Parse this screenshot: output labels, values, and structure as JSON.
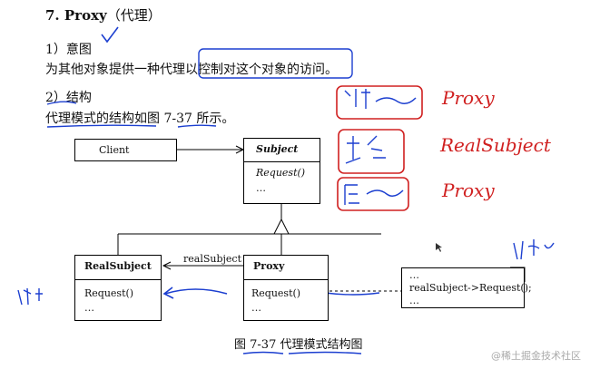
{
  "section": {
    "number": "7.",
    "title": "Proxy",
    "title_zh": "（代理）"
  },
  "sub1": {
    "label": "1）意图",
    "sentence_a": "为其他对象提供一种代理",
    "sentence_b": "以控制对这个对象的访问。"
  },
  "sub2": {
    "label": "2）结构",
    "sentence": "代理模式的结构如图 7-37 所示。"
  },
  "diagram": {
    "client": "Client",
    "subject": {
      "name": "Subject",
      "op": "Request()",
      "more": "…"
    },
    "realsubject": {
      "name": "RealSubject",
      "op": "Request()",
      "more": "…"
    },
    "proxy": {
      "name": "Proxy",
      "op": "Request()",
      "more": "…"
    },
    "assoc_label": "realSubject",
    "note": {
      "line1": "…",
      "line2": "realSubject->Request();",
      "line3": "…"
    },
    "caption": "图 7-37    代理模式结构图"
  },
  "annotations": {
    "right1": "Proxy",
    "right2": "RealSubject",
    "right3": "Proxy"
  },
  "watermark": "@稀土掘金技术社区"
}
